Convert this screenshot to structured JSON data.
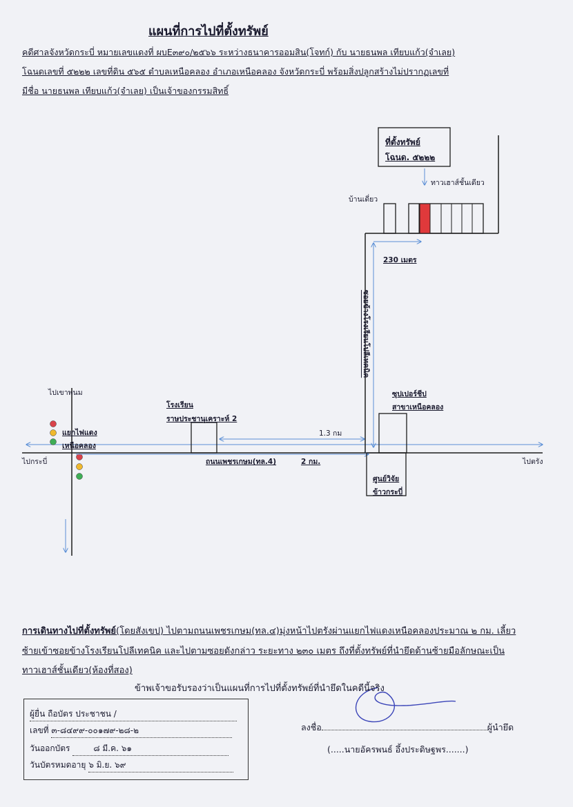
{
  "title": "แผนที่การไปที่ตั้งทรัพย์",
  "description": [
    "คดีศาลจังหวัดกระบี่ หมายเลขแดงที่ ผบE๓๙๐/๒๕๖๖ ระหว่างธนาคารออมสิน(โจทก์) กับ นายธนพล เทียบแก้ว(จำเลย)",
    "โฉนดเลขที่ ๕๒๒๒ เลขที่ดิน ๕๖๕ ตำบลเหนือคลอง อำเภอเหนือคลอง จังหวัดกระบี่ พร้อมสิ่งปลูกสร้างไม่ปรากฏเลขที่",
    "มีชื่อ นายธนพล เทียบแก้ว(จำเลย) เป็นเจ้าของกรรมสิทธิ์"
  ],
  "map": {
    "property_box": {
      "line1": "ที่ตั้งทรัพย์",
      "line2": "โฉนด. ๕๒๒๒"
    },
    "townhouse_label": "ทาวเฮาส์ชั้นเดียว",
    "single_house_label": "บ้านเดี่ยว",
    "distance_230": "230 เมตร",
    "soi_label": "ซอยข้างโรงเรียนโปลีเทคนิค",
    "to_khao_phanom": "ไปเขาพนม",
    "traffic_light_label_1": "แยกไฟแดง",
    "traffic_light_label_2": "เหนือคลอง",
    "school_line1": "โรงเรียน",
    "school_line2": "ราษประชานุเคราะห์ 2",
    "distance_13": "1.3 กม",
    "supermarket_line1": "ซุปเปอร์ชีป",
    "supermarket_line2": "สาขาเหนือคลอง",
    "to_krabi": "ไปกระบี่",
    "to_trang": "ไปตรัง",
    "road_label": "ถนนเพชรเกษม(ทล.4)",
    "distance_2": "2 กม.",
    "research_line1": "ศูนย์วิจัย",
    "research_line2": "ข้าวกระบี่",
    "colors": {
      "property": "#e0393b",
      "arrow": "#5b8fd6",
      "line": "#1c1c1c"
    }
  },
  "route": {
    "heading": "การเดินทางไปที่ตั้งทรัพย์",
    "line1_rest": "(โดยสังเขป) ไปตามถนนเพชรเกษม(ทล.๔)มุ่งหน้าไปตรังผ่านแยกไฟแดงเหนือคลองประมาณ ๒ กม. เลี้ยว",
    "line2": "ซ้ายเข้าซอยข้างโรงเรียนโปลีเทคนิค และไปตามซอยดังกล่าว ระยะทาง ๒๓๐ เมตร ถึงที่ตั้งทรัพย์ที่นำยึดด้านซ้ายมือลักษณะเป็น",
    "line3": "ทาวเฮาส์ชั้นเดียว(ห้องที่สอง)"
  },
  "certify": "ข้าพเจ้าขอรับรองว่าเป็นแผนที่การไปที่ตั้งทรัพย์ที่นำยึดในคดีนี้จริง",
  "id_card": {
    "row1": "ผู้ยื่น ถือบัตร ประชาชน /",
    "row2_label": "เลขที่",
    "row2_value": "๓-๘๔๙๙-๐๐๑๗๙-๒๘-๒",
    "row3_label": "วันออกบัตร",
    "row3_value": "๘ มี.ค. ๖๑",
    "row4_label": "วันบัตรหมดอายุ",
    "row4_value": "๖ มิ.ย. ๖๙"
  },
  "signature": {
    "sign_label": "ลงชื่อ",
    "role": "ผู้นำยึด",
    "name": "(.....นายอัครพนธ์ อึ้งประดิษฐพร.......)"
  }
}
